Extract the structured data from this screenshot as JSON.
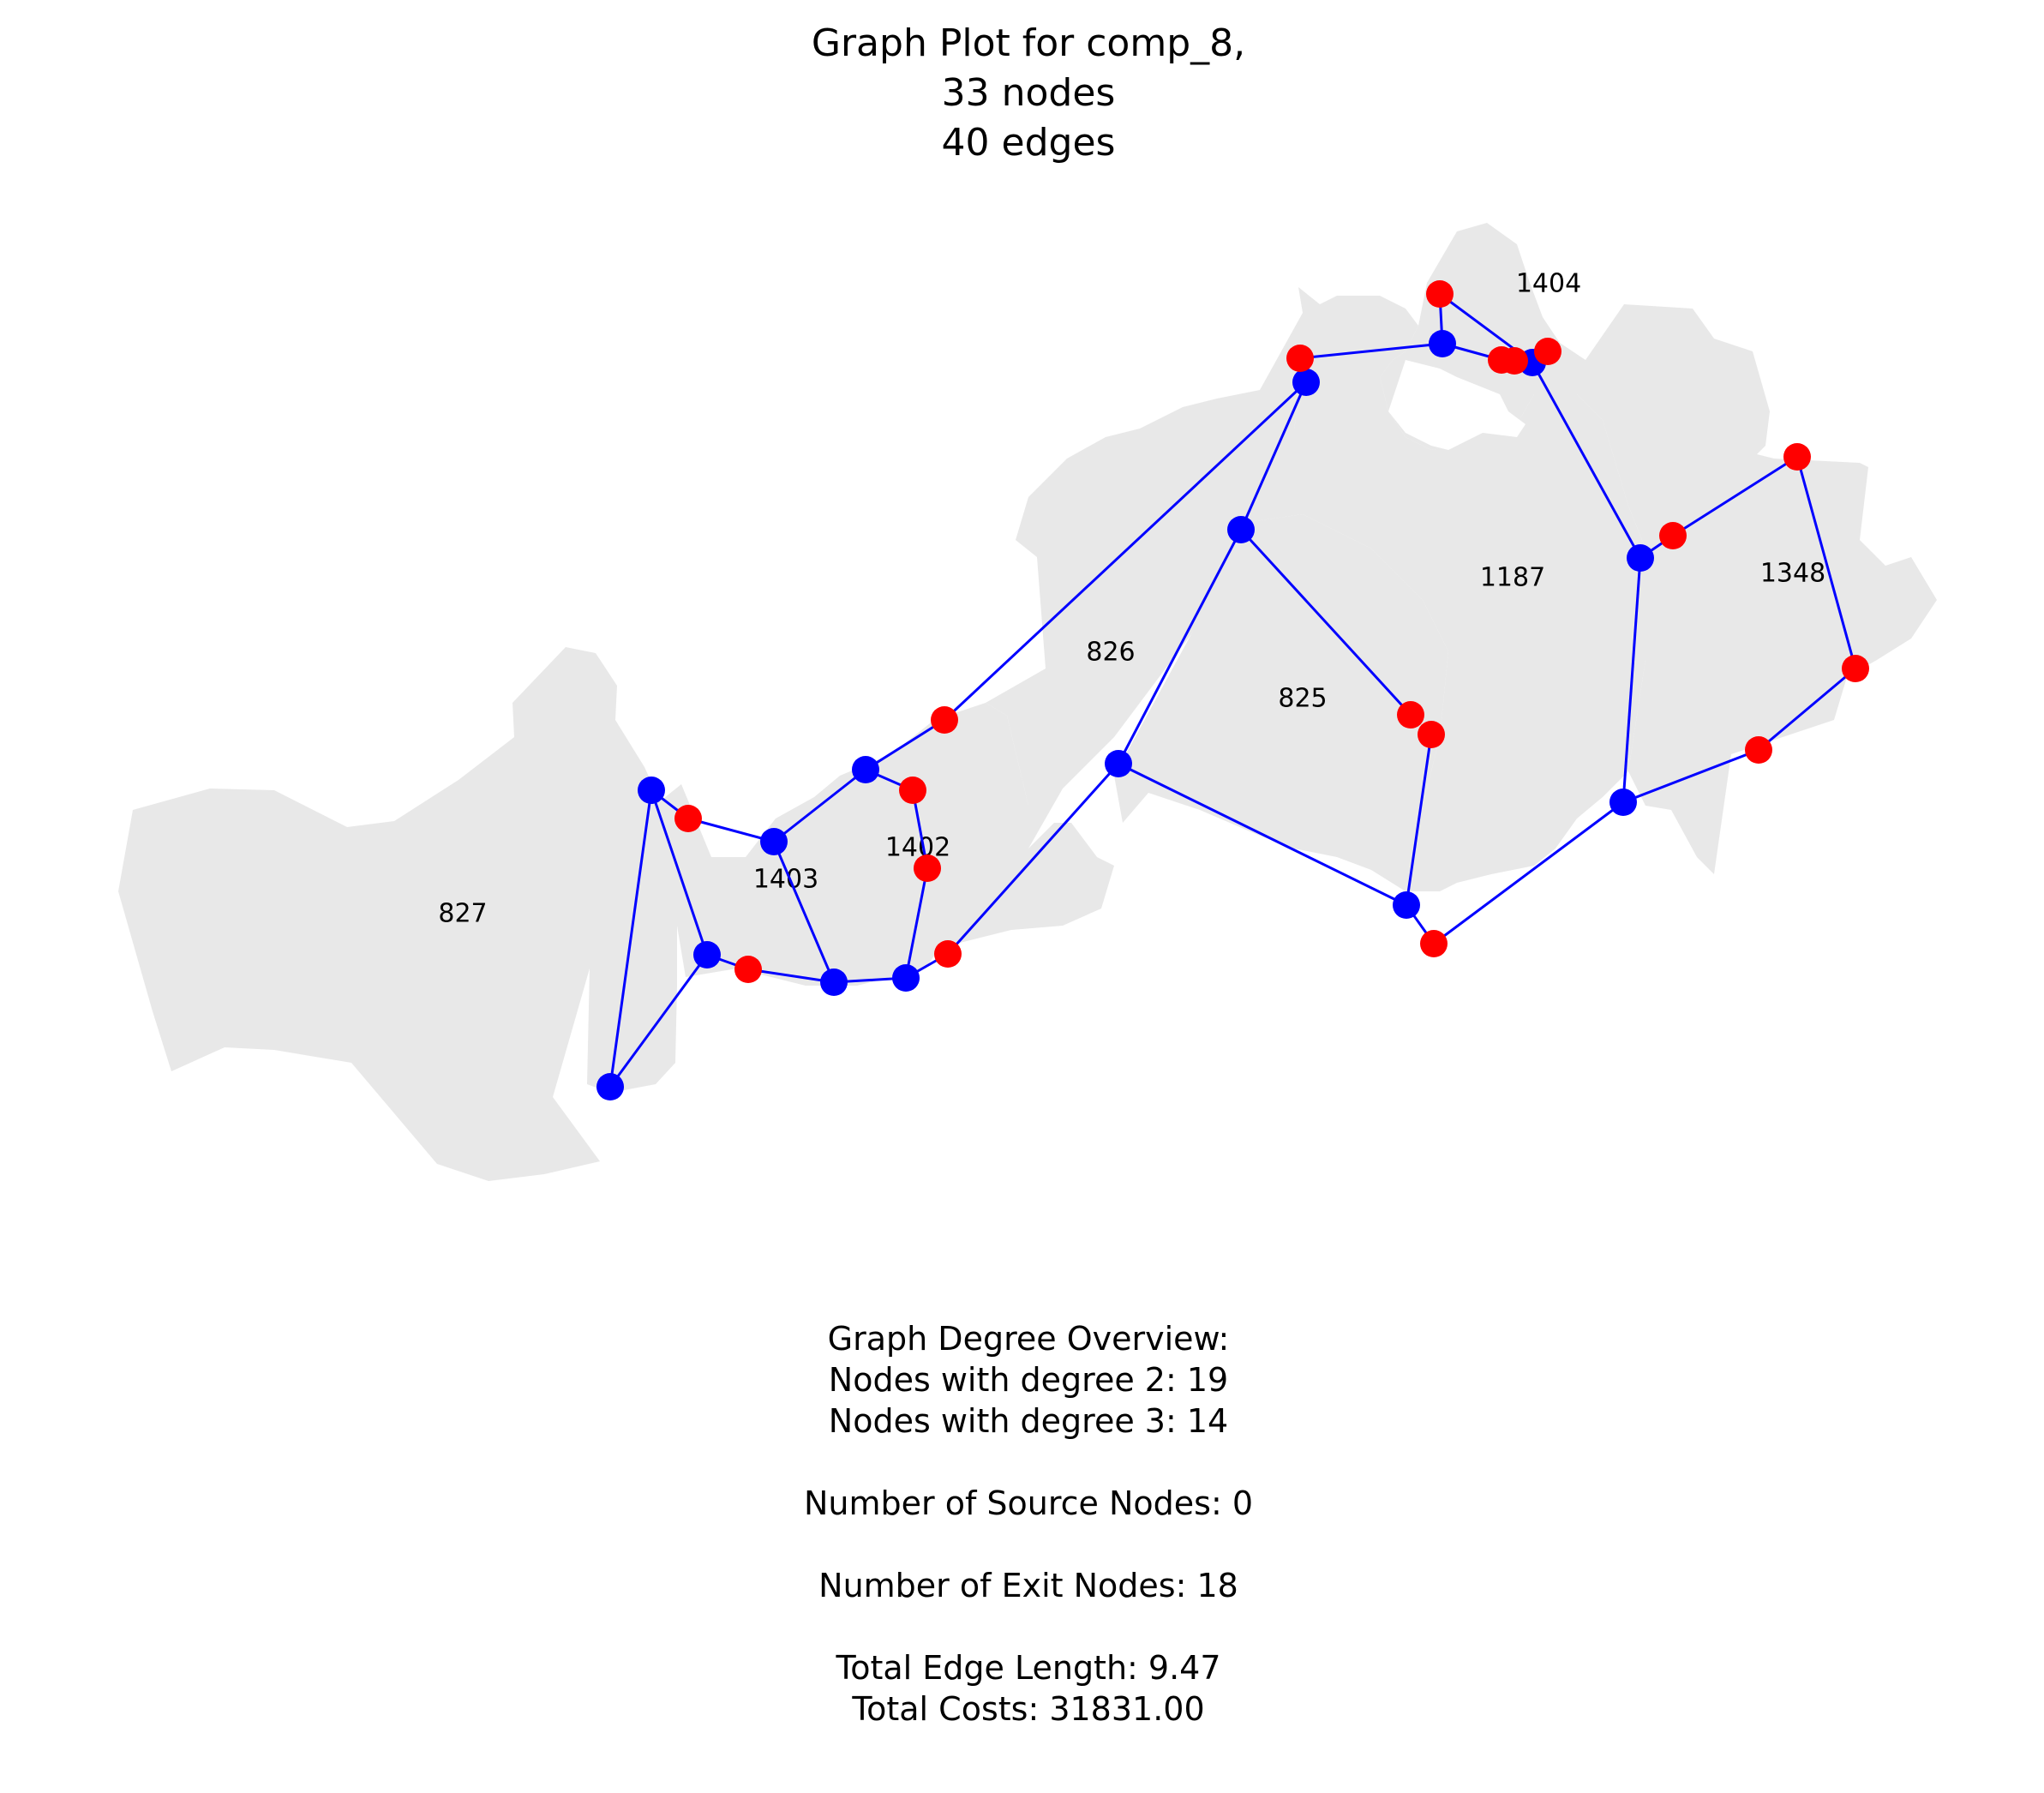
{
  "title_lines": [
    "Graph Plot for comp_8,",
    "33 nodes",
    "40 edges"
  ],
  "region_labels": [
    "1404",
    "1187",
    "1348",
    "826",
    "825",
    "1402",
    "1403",
    "827"
  ],
  "summary": {
    "heading": "Graph Degree Overview:",
    "degree2": "Nodes with degree 2: 19",
    "degree3": "Nodes with degree 3: 14",
    "sources": "Number of Source Nodes: 0",
    "exits": "Number of Exit Nodes: 18",
    "length": "Total Edge Length: 9.47",
    "costs": "Total Costs: 31831.00"
  },
  "colors": {
    "region": "#e8e8e8",
    "edge": "#0000ff",
    "internal_node": "#0000ff",
    "exit_node": "#ff0000"
  }
}
